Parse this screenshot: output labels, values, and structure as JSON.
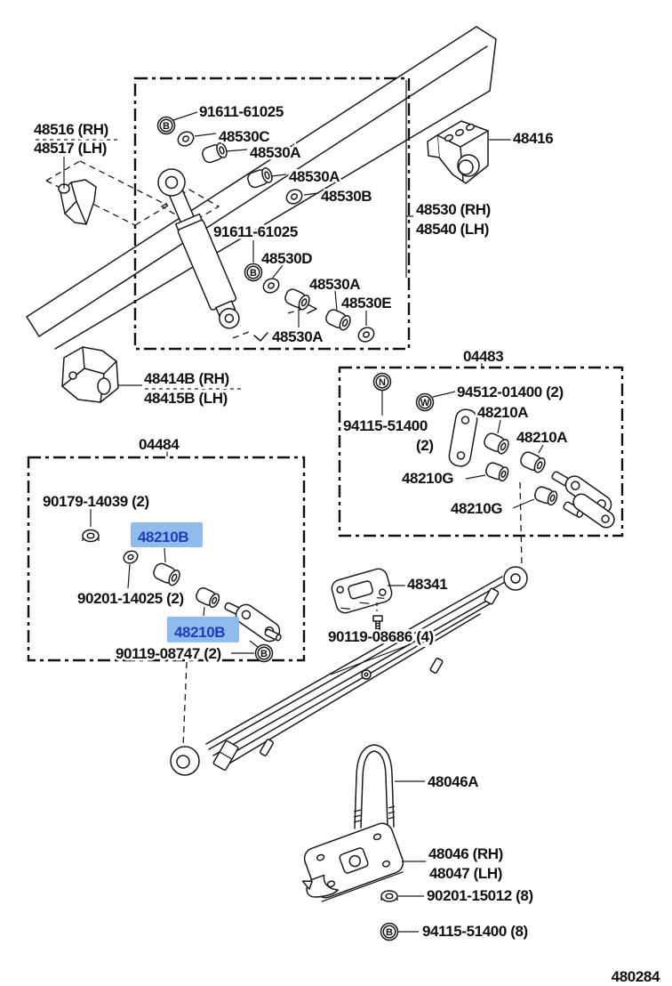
{
  "diagram": {
    "code": "480284",
    "background": "#ffffff",
    "line_color": "#1a1a1a",
    "highlight_bg": "#8fbcec",
    "highlight_text": "#1d3cc0"
  },
  "glyphs": {
    "b": "B",
    "n": "N",
    "w": "W"
  },
  "boxes": {
    "shock_kit_rh": "48530 (RH)",
    "shock_kit_lh": "48540 (LH)",
    "rear_bush_kit": "04483",
    "front_bush_kit": "04484"
  },
  "labels": {
    "bolt_upper": "91611-61025",
    "washer_c": "48530C",
    "bushing_a1": "48530A",
    "bushing_a2": "48530A",
    "washer_b": "48530B",
    "bolt_lower": "91611-61025",
    "washer_d": "48530D",
    "bushing_a4": "48530A",
    "washer_e": "48530E",
    "bushing_a3": "48530A",
    "bracket_rh": "48516 (RH)",
    "bracket_lh": "48517 (LH)",
    "spacer_48416": "48416",
    "hanger_rh": "48414B (RH)",
    "hanger_lh": "48415B (LH)",
    "nut_94512": "94512-01400 (2)",
    "grease_fitting": "94115-51400",
    "grease_fitting_qty": "(2)",
    "bushing_48210a_1": "48210A",
    "bushing_48210a_2": "48210A",
    "bushing_48210g_1": "48210G",
    "bushing_48210g_2": "48210G",
    "nut_90179": "90179-14039 (2)",
    "bushing_48210b_1": "48210B",
    "washer_90201_14025": "90201-14025 (2)",
    "bushing_48210b_2": "48210B",
    "bolt_90119_08747": "90119-08747 (2)",
    "spring_bumper": "48341",
    "bolt_90119_08686": "90119-08686 (4)",
    "u_bolt": "48046A",
    "seat_rh": "48046 (RH)",
    "seat_lh": "48047 (LH)",
    "nut_90201_15012": "90201-15012 (8)",
    "grease_94115_8": "94115-51400 (8)"
  }
}
